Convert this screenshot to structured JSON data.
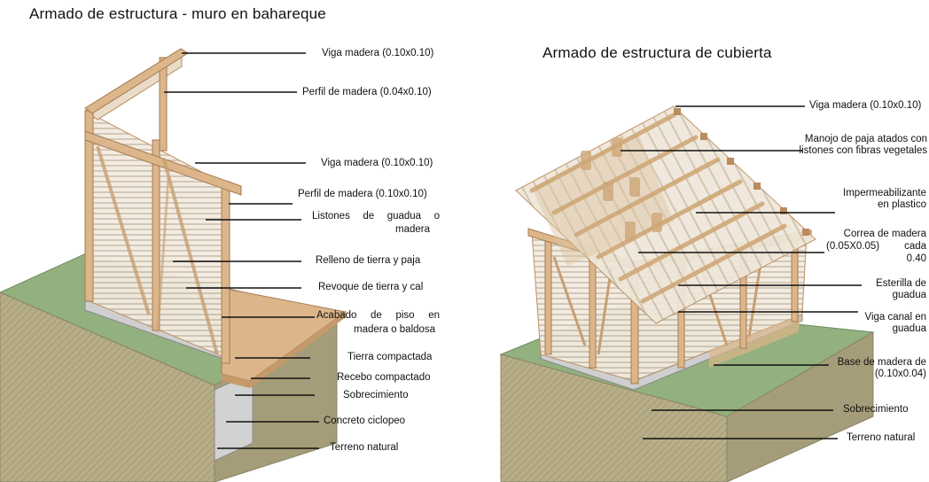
{
  "left": {
    "title": "Armado de  estructura - muro en bahareque",
    "labels": {
      "viga_top": "Viga madera (0.10x0.10)",
      "perfil_004": "Perfil de madera (0.04x0.10)",
      "viga_mid": "Viga madera (0.10x0.10)",
      "perfil_010": "Perfil de madera (0.10x0.10)",
      "listones_1": "Listones  de  guadua  o",
      "listones_2": "madera",
      "relleno": "Relleno de tierra y paja",
      "revoque": "Revoque de tierra y cal",
      "acabado_1": "Acabado  de  piso  en",
      "acabado_2": "madera o baldosa",
      "tierra": "Tierra compactada",
      "recebo": "Recebo compactado",
      "sobrecimiento": "Sobrecimiento",
      "concreto": "Concreto ciclopeo",
      "terreno": "Terreno natural"
    }
  },
  "right": {
    "title": "Armado de  estructura  de cubierta",
    "labels": {
      "viga": "Viga madera (0.10x0.10)",
      "manojo_1": "Manojo de paja atados con",
      "manojo_2": "listones con fibras vegetales",
      "imper_1": "Impermeabilizante",
      "imper_2": "en plastico",
      "correa_1": "Correa de madera",
      "correa_2": "(0.05X0.05)",
      "correa_3": "cada",
      "correa_4": "0.40",
      "esterilla_1": "Esterilla de",
      "esterilla_2": "guadua",
      "vigacanal_1": "Viga canal en",
      "vigacanal_2": "guadua",
      "base_1": "Base de madera de",
      "base_2": "(0.10x0.04)",
      "sobrecimiento": "Sobrecimiento",
      "terreno": "Terreno natural"
    }
  },
  "colors": {
    "wood": "#dcb68a",
    "wood_dark": "#b98c5e",
    "ground": "#b8b08c",
    "grass": "#93b07f",
    "concrete": "#cfcfcf"
  }
}
